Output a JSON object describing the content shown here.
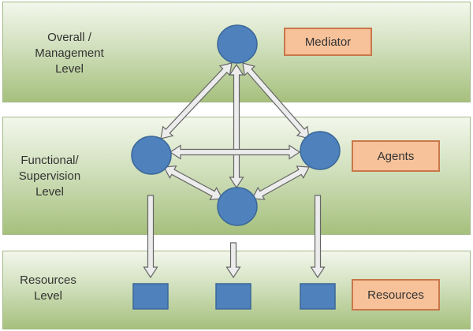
{
  "levels": {
    "overall": "Overall /\nManagement\nLevel",
    "functional": "Functional/\nSupervision\nLevel",
    "resources": "Resources\nLevel"
  },
  "tags": {
    "mediator": "Mediator",
    "agents": "Agents",
    "resources": "Resources"
  },
  "colors": {
    "node_fill": "#4f81bd",
    "node_stroke": "#3a6797",
    "arrow_fill": "#ececec",
    "arrow_stroke": "#666666",
    "tag_fill": "#f7c29a",
    "tag_stroke": "#c9774a"
  }
}
